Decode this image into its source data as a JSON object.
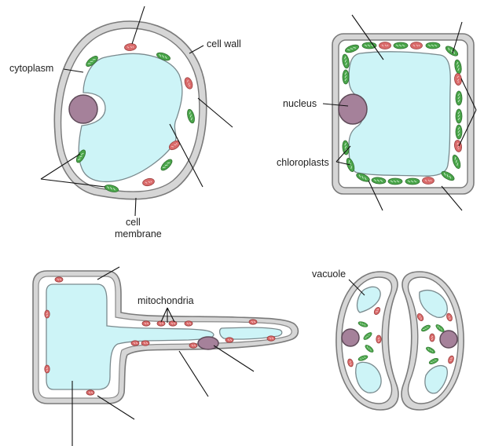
{
  "labels": {
    "cell_wall": "cell wall",
    "cytoplasm": "cytoplasm",
    "cell_membrane_line1": "cell",
    "cell_membrane_line2": "membrane",
    "nucleus": "nucleus",
    "chloroplasts": "chloroplasts",
    "mitochondria": "mitochondria",
    "vacuole": "vacuole"
  },
  "colors": {
    "vacuole": "#cdf4f7",
    "nucleus": "#a5819a",
    "chloroplast": "#4aa54a",
    "mitochondrion": "#d96a6a",
    "cell_wall": "#d6d6d6"
  }
}
